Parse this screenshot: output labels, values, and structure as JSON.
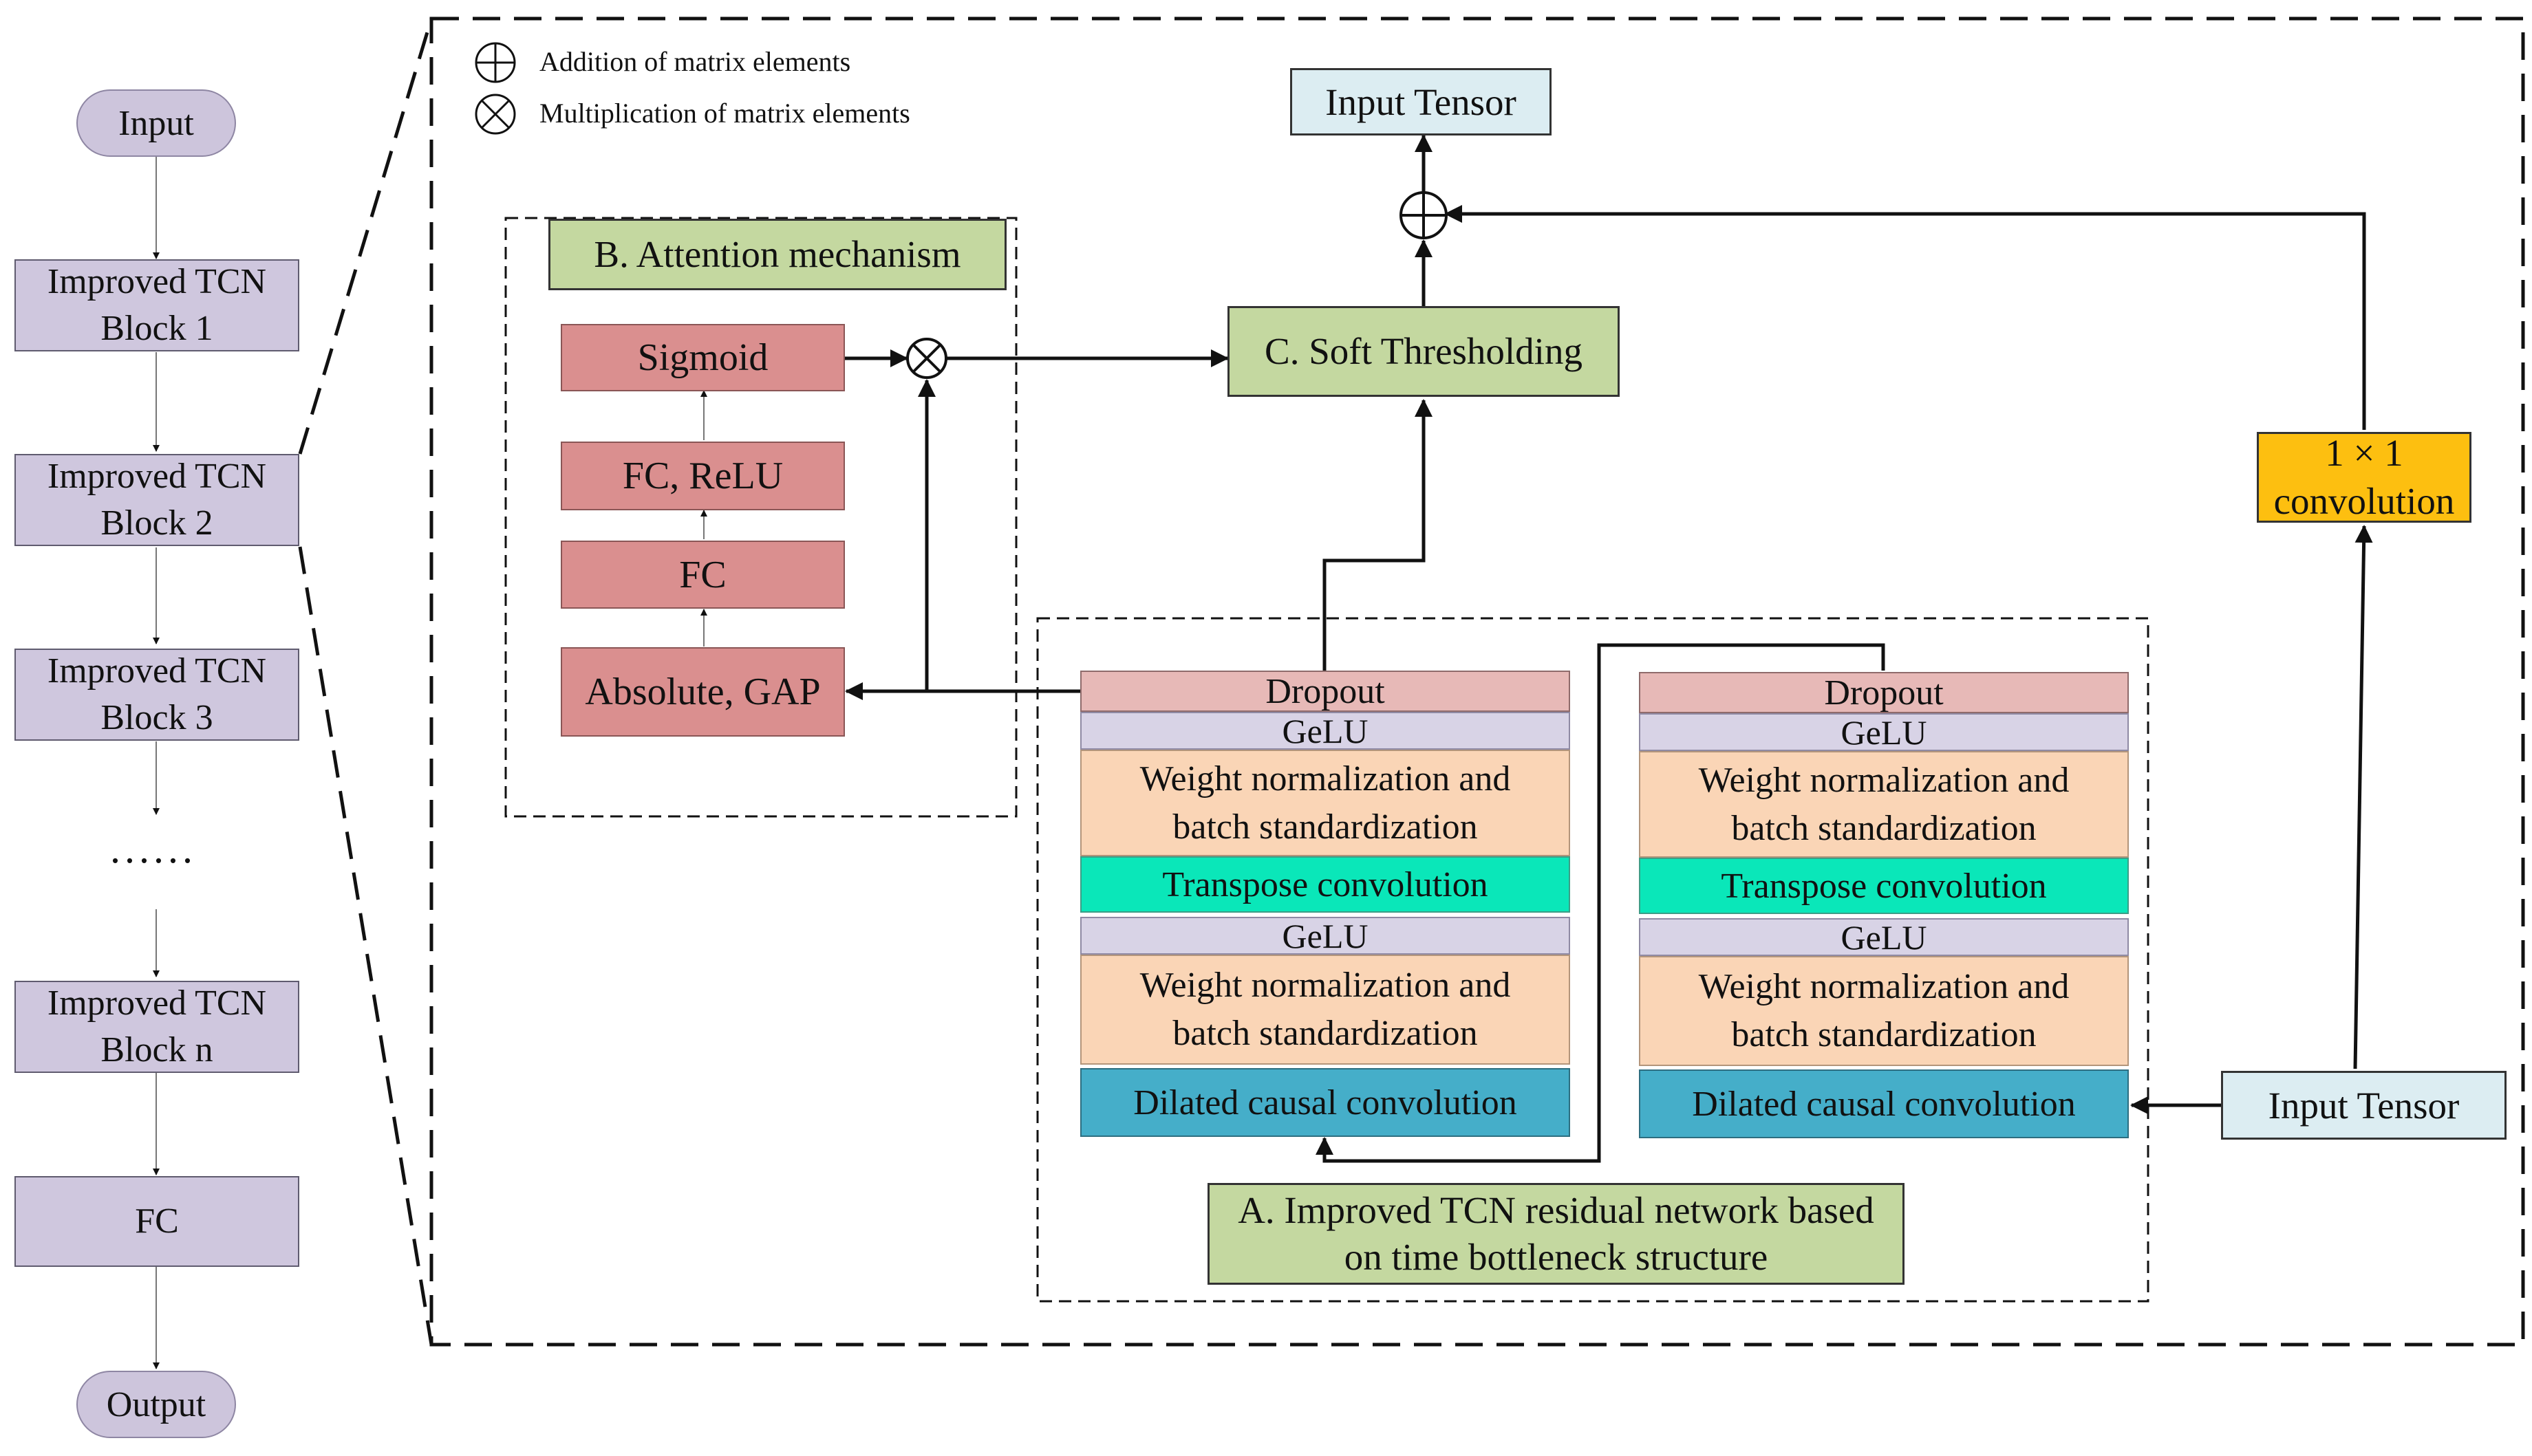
{
  "legend": {
    "addition": "Addition of matrix elements",
    "multiplication": "Multiplication of matrix elements"
  },
  "pipeline": {
    "input": "Input",
    "block1": [
      "Improved TCN",
      "Block 1"
    ],
    "block2": [
      "Improved TCN",
      "Block 2"
    ],
    "block3": [
      "Improved TCN",
      "Block 3"
    ],
    "ellipsis": "......",
    "blockn": [
      "Improved TCN",
      "Block n"
    ],
    "fc": "FC",
    "output": "Output"
  },
  "detail": {
    "input_tensor_top": "Input Tensor",
    "soft_threshold": "C. Soft Thresholding",
    "conv1x1": [
      "1 × 1",
      "convolution"
    ],
    "input_tensor_right": "Input Tensor",
    "attention": {
      "title": "B. Attention mechanism",
      "sigmoid": "Sigmoid",
      "fc_relu": "FC, ReLU",
      "fc": "FC",
      "abs_gap": "Absolute, GAP"
    },
    "tcn": {
      "title": [
        "A. Improved TCN residual network based",
        "on time bottleneck structure"
      ],
      "dropout": "Dropout",
      "gelu": "GeLU",
      "weight_norm": [
        "Weight normalization and",
        "batch standardization"
      ],
      "transpose_conv": "Transpose convolution",
      "dilated_conv": "Dilated causal convolution"
    }
  },
  "colors": {
    "pipeline_block": "#cfc7de",
    "attention_red": "#da8f8f",
    "green_label": "#c4d8a0",
    "tensor_blue": "#dcedf2",
    "conv_orange": "#fdbf10",
    "dropout_pink": "#e7b9b7",
    "gelu_lavender": "#d8d3e6",
    "weightnorm_peach": "#fad5b6",
    "transpose_teal": "#0ae7b9",
    "dilated_blue": "#45aec9"
  }
}
